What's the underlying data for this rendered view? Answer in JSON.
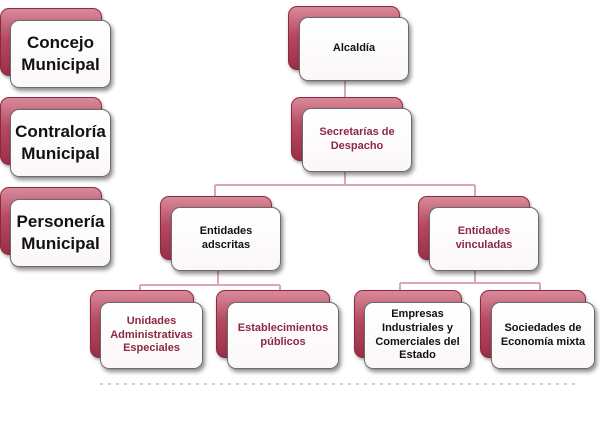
{
  "left_column": {
    "concejo": "Concejo Municipal",
    "contraloria": "Contraloría Municipal",
    "personeria": "Personería Municipal"
  },
  "tree": {
    "alcaldia": "Alcaldía",
    "secretarias": "Secretarías de Despacho",
    "adscritas": "Entidades adscritas",
    "vinculadas": "Entidades vinculadas",
    "unidades": "Unidades Administrativas Especiales",
    "establecimientos": "Establecimientos públicos",
    "empresas": "Empresas Industriales y Comerciales del Estado",
    "sociedades": "Sociedades de Economía mixta"
  },
  "colors": {
    "accent": "#9a2f47",
    "connector": "#d9a8b3",
    "maroon_text": "#8b2a43"
  }
}
